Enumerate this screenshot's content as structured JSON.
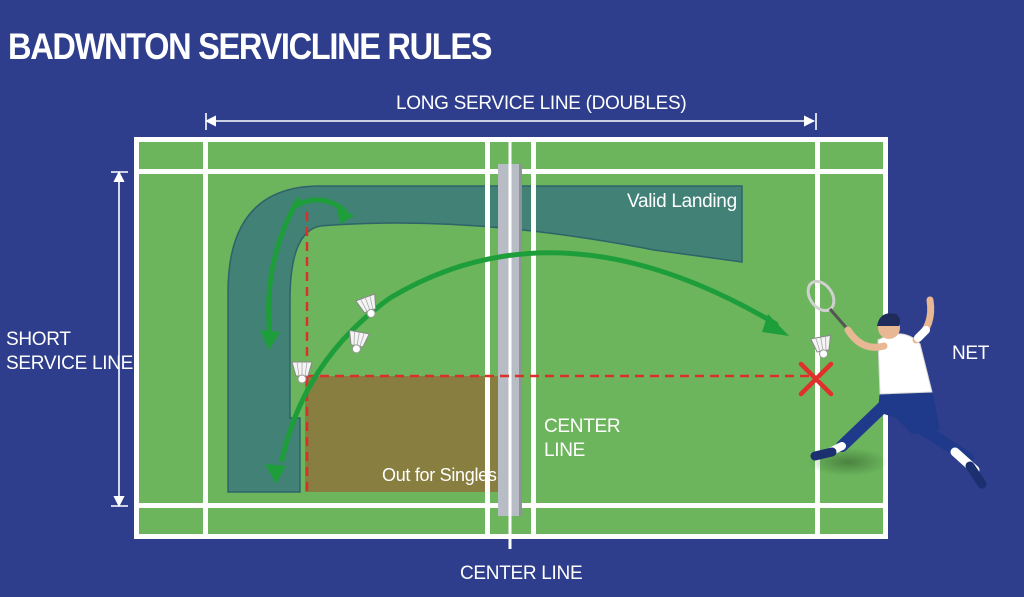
{
  "diagram": {
    "title": "BADWNTON SERVICLINE RULES",
    "labels": {
      "long_service_line": "LONG SERVICE LINE (DOUBLES)",
      "short_service_line": [
        "SHORT",
        "SERVICE LINE"
      ],
      "net": "NET",
      "center_line_mid": [
        "CENTER",
        "LINE"
      ],
      "center_line_bottom": "CENTER LINE",
      "valid_landing": "Valid Landing",
      "out_for_singles": "Out for Singles"
    },
    "icons": [
      "shuttlecock-icon",
      "racket-icon",
      "player-figure",
      "red-x-icon",
      "arrow-icon"
    ],
    "colors": {
      "background": "#2f3e8c",
      "court": "#6cb55c",
      "court_lines": "#ffffff",
      "valid_zone": "#3f7f78",
      "out_zone": "#8a7b3e",
      "arrows": "#1e9e3a",
      "dashed_lines": "#d9302b",
      "net_post": "#b8bcc4"
    }
  }
}
